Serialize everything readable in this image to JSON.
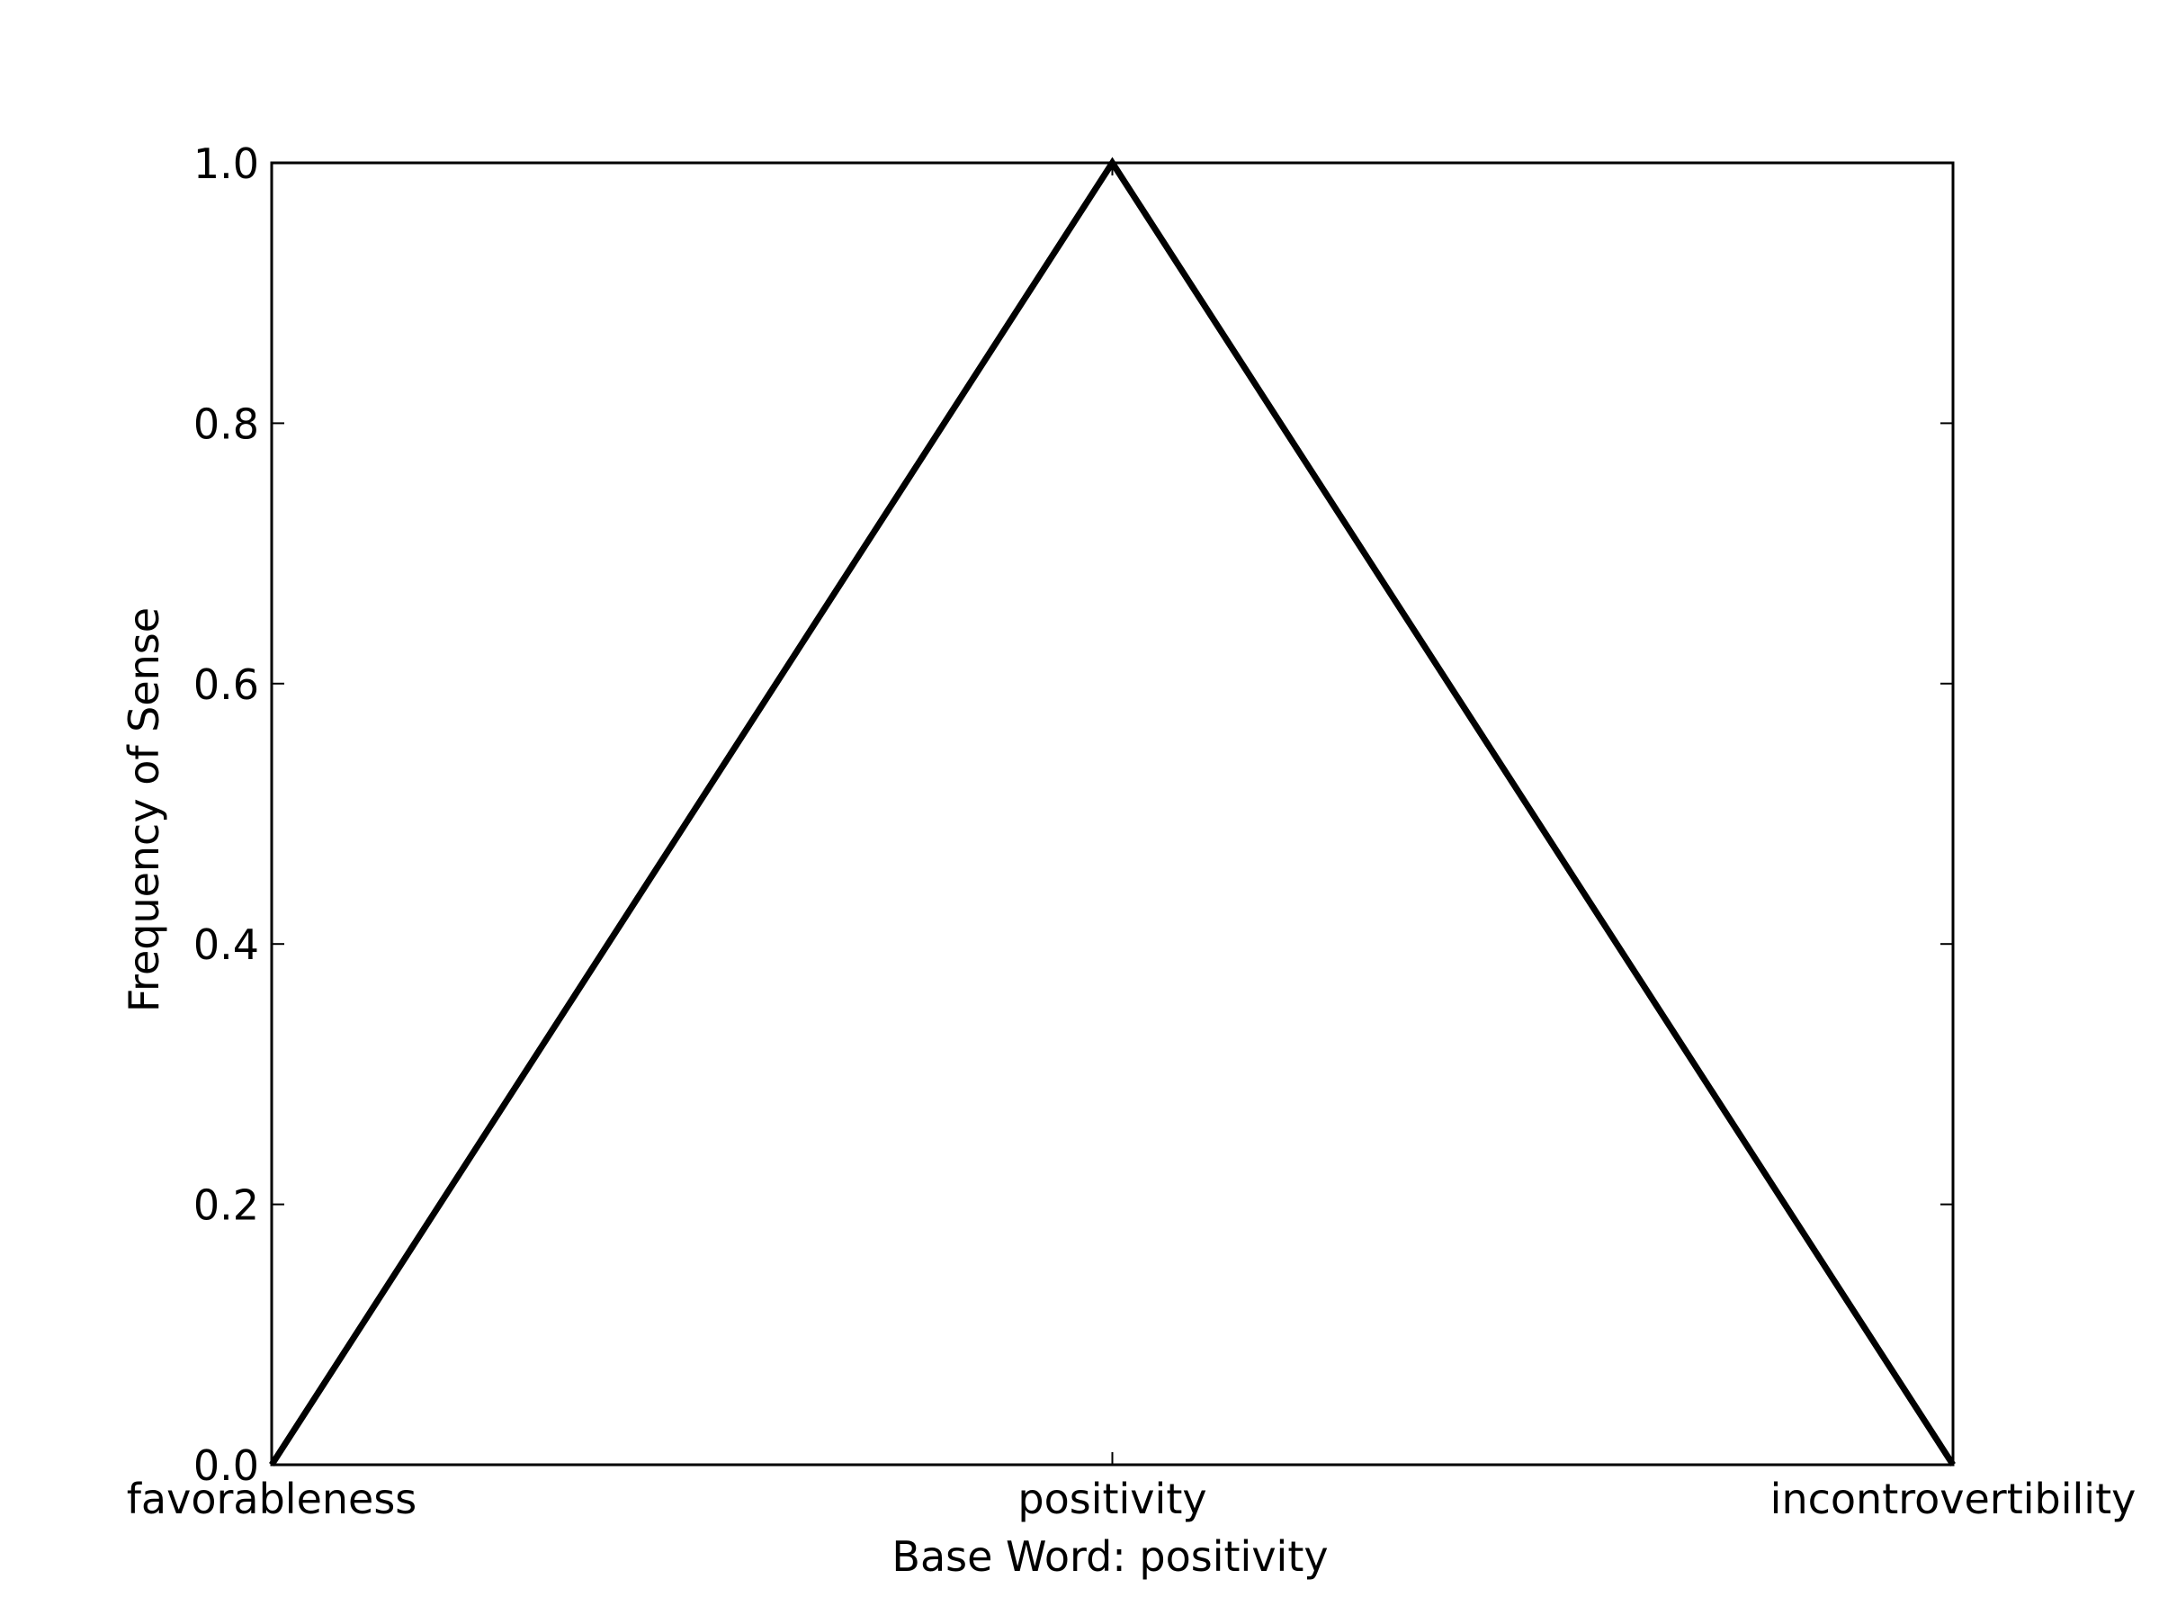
{
  "chart_data": {
    "type": "line",
    "categories": [
      "favorableness",
      "positivity",
      "incontrovertibility"
    ],
    "series": [
      {
        "values": [
          0.0,
          1.0,
          0.0
        ],
        "color": "#000000"
      }
    ],
    "xlabel": "Base Word: positivity",
    "ylabel": "Frequency of Sense",
    "ylim": [
      0.0,
      1.0
    ],
    "yticks": [
      0.0,
      0.2,
      0.4,
      0.6,
      0.8,
      1.0
    ],
    "ytick_labels": [
      "0.0",
      "0.2",
      "0.4",
      "0.6",
      "0.8",
      "1.0"
    ],
    "grid": false,
    "legend": "none"
  }
}
